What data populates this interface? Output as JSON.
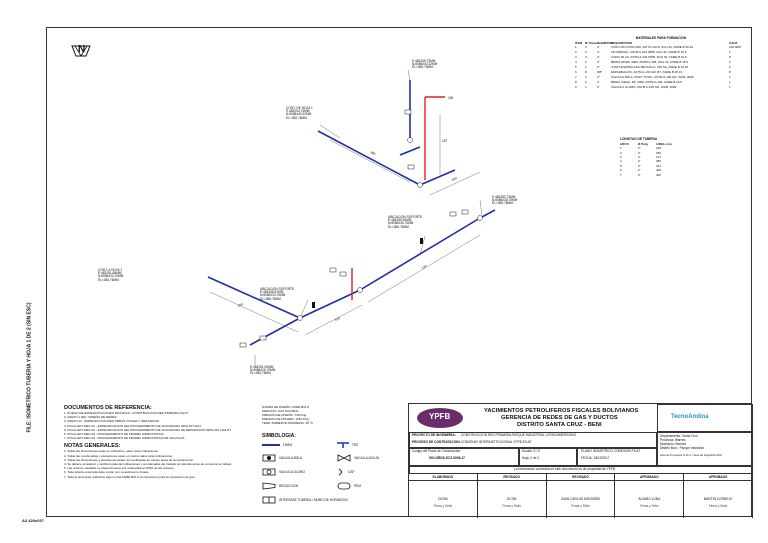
{
  "side_label": "FILE: ISOMETRICO TUBERIA Y HOJA 1 DE 2 (SIN ESC)",
  "sheet_size": "A3 420x297",
  "north_symbol": "N",
  "colors": {
    "pipe": "#1e2fa8",
    "riser": "#e02020",
    "line": "#222222",
    "logo_ypfb": "#6b2c6b",
    "logo_right": "#2a8fd0"
  },
  "labels": {
    "cont_hoja_top": [
      "CONT. DE HOJA 1",
      "E:483254.73MM",
      "N:8058440.22MM",
      "EL=355.76MM"
    ],
    "cont_hoja_left": [
      "CONT. A HOJA 1",
      "E:483251.88MM",
      "N:8058432.22MM",
      "EL=355.76MM"
    ],
    "top_coord": [
      "E:483265.73MM",
      "N:8058440.32MM",
      "EL=355.76MM"
    ],
    "right_coord": [
      "E:483282.73MM",
      "N:8058438.75MM",
      "EL=355.76MM"
    ],
    "ubic_1": [
      "UBICACION SOPORTE",
      "E:483280.90MM",
      "N:8058436.75MM",
      "EL=355.76MM"
    ],
    "ubic_2": [
      "UBICACION SOPORTE",
      "E:483265.87MM",
      "N:8058433.75MM",
      "EL=355.76MM"
    ],
    "bottom_coord": [
      "E:483251.06MM",
      "N:8058426.70MM",
      "EL=355.76MM"
    ]
  },
  "materials_title": "MATERIALES PARA FORMACION",
  "materials_headers": [
    "ITEM",
    "Nº Pieza",
    "DIAMETRO",
    "DESCRIPCION",
    "CANT."
  ],
  "materials_rows": [
    [
      "1",
      "3",
      "2\"",
      "CAÑO SIN COSTURA, API 5L GR B, SCH 40, ASME B 36.10",
      "100.00M"
    ],
    [
      "2",
      "3",
      "2\"",
      "TE NORMAL, ASTM A-234 WPB, SCH 40, ASME B 16.9",
      "1"
    ],
    [
      "3",
      "4",
      "2\"",
      "CODO 90 LR, ASTM A-234 WPB, SCH 40, ASME B 16.9",
      "8"
    ],
    [
      "4",
      "2",
      "2\"",
      "BRIDA WNRF, 300#, ASTM A-105, SCH 40, ASME B 16.5",
      "2"
    ],
    [
      "5",
      "1",
      "2\"",
      "JUNTA ESPIRALADA METALICA, 316 SS, ASME B 16.20",
      "2"
    ],
    [
      "6",
      "8",
      "5/8\"",
      "ESPARRAGOS, ASTM A-193 GR. B7, ASME B 18.31",
      "8"
    ],
    [
      "7",
      "2",
      "2\"",
      "VALVULA BOLA, PASO TOTAL, ASTM A-105 GR. WCB, 300#",
      "1"
    ],
    [
      "8",
      "2",
      "2\"",
      "BRIDA CIEGA, RF, 300#, ASTM A-105, ASME B 16.5",
      "1"
    ],
    [
      "9",
      "1",
      "2\"",
      "VALVULA GLOBO, ASTM A-105 GR. WCB, 300#",
      "1"
    ]
  ],
  "lengths_title": "LONGITUD DE TUBERIA",
  "lengths_headers": [
    "ARCO",
    "Ø Pulg",
    "LONG. mm"
  ],
  "lengths_rows": [
    [
      "1",
      "2\"",
      "235"
    ],
    [
      "2",
      "2\"",
      "250"
    ],
    [
      "3",
      "2\"",
      "137"
    ],
    [
      "4",
      "2\"",
      "380"
    ],
    [
      "5",
      "2\"",
      "241"
    ],
    [
      "6",
      "2\"",
      "400"
    ],
    [
      "7",
      "2\"",
      "400"
    ]
  ],
  "documentos_title": "DOCUMENTOS DE REFERENCIA:",
  "documentos": [
    "1. PLIEGO DE ESPECIFICACIONES TECNICAS - CONSTRUCCION RED PRIMARIA PILAT",
    "2. ANEXO 1 DEL \"DISEÑO DE REDES\"",
    "3. ANEXO 12 - ESPECIFICACIONES OBRAS CIVILES Y MECANICAS",
    "4. PCGA-GDT-MEC-01 - ESPECIFICACION DEL PROCEDIMIENTO DE SOLDADURA WPS-API 1104",
    "5. PCGA-GDT-MEC-02 - ESPECIFICACION DEL PROCEDIMIENTO DE SOLDADURA DE REPARACION WPS-API 1104 RT",
    "6. PCGA-GDT-MEC-03 - PROCEDIMIENTO DE PRUEBA HIDROSTATICA",
    "7. PCGA-GDT-MEC-04 - PROCEDIMIENTO DE PRUEBA HIDROSTATICA DE VALVULAS"
  ],
  "notas_title": "NOTAS GENERALES:",
  "notas": [
    "1. Todas las dimensiones estan en milimetros, salvo otras indicaciones.",
    "2. Todas las coordenadas y elevaciones estan en metros salvo otras indicaciones.",
    "3. Todas las dimensiones y elevaciones deben ser verificadas en campo antes de la construccion.",
    "4. Se debera considerar y verificar todas las indicaciones y coordenadas del trazado de tuberias antes de comenzar el trabajo.",
    "5. Las uniones soldadas se inspeccionaran por radiografia al 100% de las uniones.",
    "6. Toda tuberia enterrada debe contar con revestimiento tricapa.",
    "7. Toda la obra debe realizarse bajo norma ASME B31.8 (construccion) para la conduccion de gas."
  ],
  "design_notes": [
    "NORMA DE DISEÑO: ASME B31.8",
    "SERVICIO: GAS NATURAL",
    "PRESION DE DISEÑO: 740 Psig",
    "PRESION DE PRUEBA: 1250 Psig",
    "TEMP. AMBIENTE PROMEDIO: 25 ºC"
  ],
  "simbologia_title": "SIMBOLOGIA:",
  "simbologia": [
    {
      "icon": "linea-icon",
      "label": "LINEA"
    },
    {
      "icon": "tee-icon",
      "label": "TEE"
    },
    {
      "icon": "valvula-bola-icon",
      "label": "VALVULA BOLA"
    },
    {
      "icon": "valvula-aguja-icon",
      "label": "VALVULA AGUJA"
    },
    {
      "icon": "valvula-globo-icon",
      "label": "VALVULA GLOBO"
    },
    {
      "icon": "cap-icon",
      "label": "CAP"
    },
    {
      "icon": "reduccion-icon",
      "label": "REDUCCION"
    },
    {
      "icon": "pem-icon",
      "label": "PEM"
    },
    {
      "icon": "interfase-icon",
      "label": "INTERFASE TUBERIA / MURO DE HORMIGON"
    }
  ],
  "title_block": {
    "logo_text": "YPFB",
    "company": "YACIMIENTOS PETROLIFEROS FISCALES BOLIVIANOS",
    "gerencia": "GERENCIA DE REDES DE GAS Y DUCTOS",
    "distrito": "DISTRITO  SANTA CRUZ - BENI",
    "right_logo": "TecnoAndina",
    "proyecto_label": "PROYECTO DE INGENIERIA:",
    "proyecto_value": "CONSTRUCCION RED PRIMARIA PARQUE INDUSTRIAL LATINOAMERICANO",
    "contratacion_label": "PROCESO DE CONTRATACION:",
    "contratacion_value": "CONVENIO INTERINSTITUCIONAL YPFB-PILAT",
    "dept_lines": [
      "Departamento: Santa Cruz",
      "Provincia: Warnes",
      "Municipio: Warnes",
      "Distrito Mun.: Parque Industrial"
    ],
    "codigo_label": "Codigo del Plano de Construccion:",
    "codigo_value": "ISO-GRDS-SCZ-0006-17",
    "escala_label": "Escala:  S / E",
    "hoja_label": "Hoja:  2 de 2",
    "tipo_label": "PLANO ISOMETRICO CONEXION PILAT",
    "fecha_label": "FECHA: 18/10/2017",
    "note_center": "La informacion contenida en este documento es de propiedad de YPFB",
    "firmas_roles": [
      "ELABORADO",
      "REVISADO",
      "REVISADO",
      "APROBADO",
      "APROBADO"
    ],
    "firmas_names": [
      "DCSM",
      "DCSM",
      "JUAN CARLOS MONTAÑO",
      "ALVARO LUNA",
      "MARTIN CORNEJO"
    ],
    "firmas_titles": [
      "Firma y Sello",
      "Firma y Sello",
      "Firma y Sello",
      "Firma y Sello",
      "Firma y Sello"
    ],
    "rev_note": "Area de Proyectos G.R.G. / Area de Ingenieria SCZ"
  },
  "dimensions": [
    "250",
    "410",
    "137",
    "380",
    "380",
    "400",
    "400",
    "157",
    "180"
  ],
  "elevation_tags": [
    "2\"Ø",
    "2\"Ø",
    "2\"Ø",
    "2\"Ø"
  ]
}
